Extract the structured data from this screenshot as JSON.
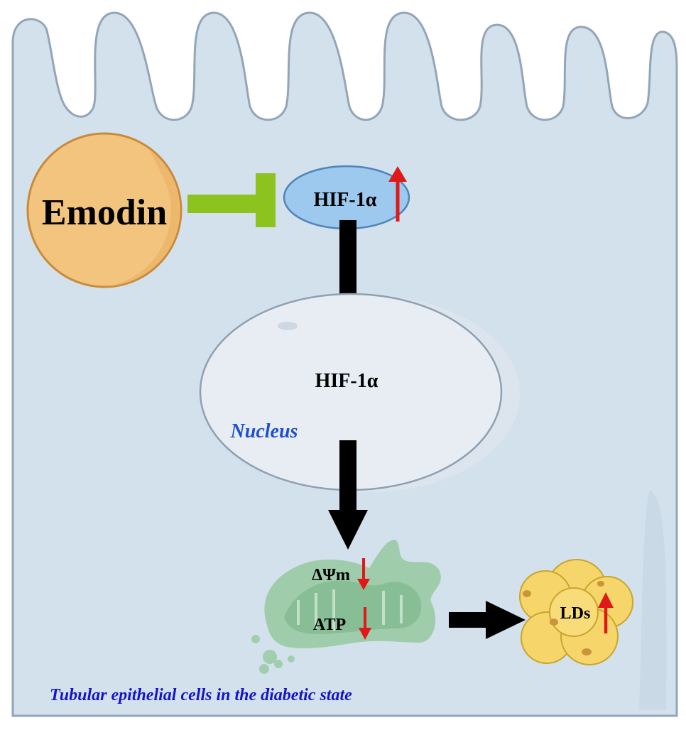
{
  "labels": {
    "emodin": "Emodin",
    "hif_cytoplasm": "HIF-1α",
    "hif_nucleus": "HIF-1α",
    "nucleus": "Nucleus",
    "delta_psi_m": "ΔΨm",
    "atp": "ATP",
    "lds": "LDs",
    "caption": "Tubular epithelial cells in the diabetic state"
  },
  "colors": {
    "cell_fill": "#d3e1ec",
    "cell_stroke": "#93a6b8",
    "emodin_fill": "#f3c47e",
    "emodin_stroke": "#c98a3a",
    "inhibitor": "#8cc31e",
    "hif_fill": "#9ec9ee",
    "hif_stroke": "#4f84bd",
    "up_down_arrow": "#e01818",
    "flow_arrow": "#000000",
    "nucleus_fill": "#e7edf3",
    "nucleus_stroke": "#8ea0b2",
    "nucleus_text": "#1f4fd0",
    "mito_fill": "#95c9a0",
    "ld_fill": "#f6d66a",
    "ld_stroke": "#c9a52c",
    "caption_text": "#1414c8"
  },
  "indicators": {
    "hif_cytoplasm": "up-arrow",
    "delta_psi_m": "down-arrow",
    "atp": "down-arrow",
    "lds": "up-arrow"
  }
}
